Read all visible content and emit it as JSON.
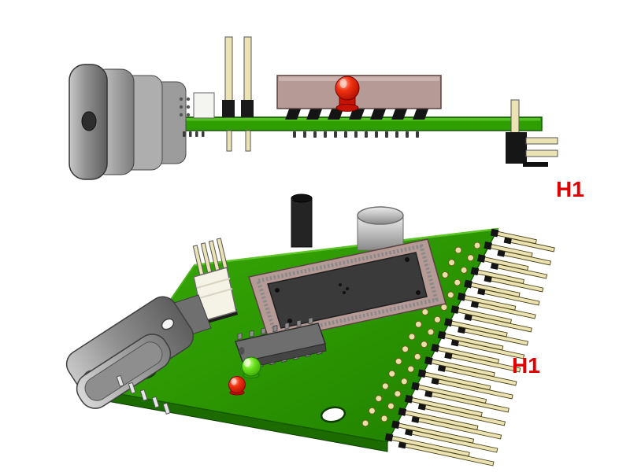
{
  "annotations": [
    {
      "id": "h1-side",
      "text": "H1"
    },
    {
      "id": "h1-iso",
      "text": "H1"
    }
  ],
  "colors": {
    "background": "#ffffff",
    "pcb_green": "#2f9e00",
    "pcb_edge": "#145800",
    "pcb_side_dark": "#1c6b00",
    "label_red": "#e00000",
    "led_red": "#e01500",
    "led_green": "#55d400",
    "socket_tan": "#b59a96",
    "chip_dark": "#3a3a3a",
    "pin_cream": "#ece3b4",
    "header_black": "#161616",
    "metal_gray": "#b5b5b5"
  }
}
